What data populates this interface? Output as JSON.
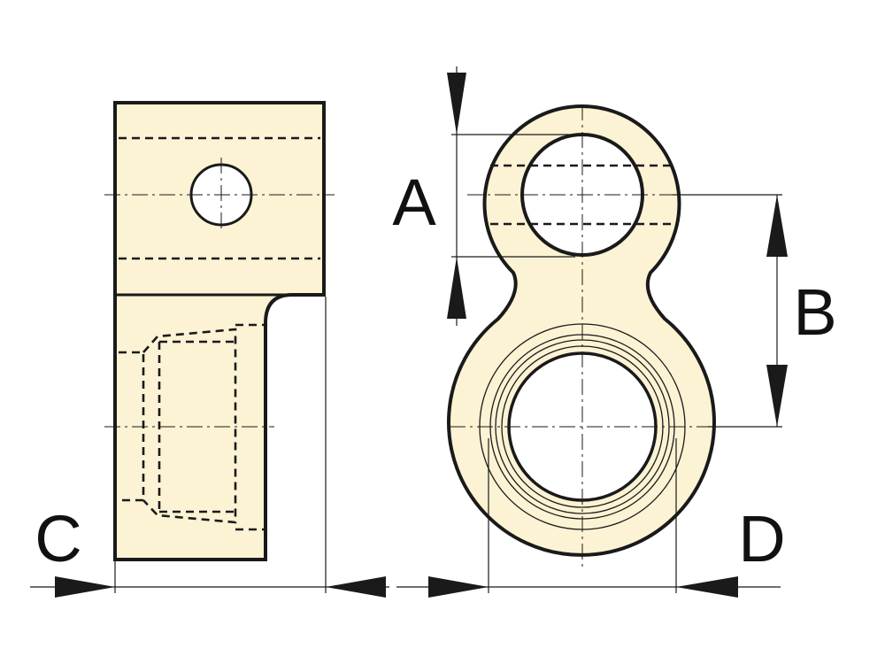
{
  "colors": {
    "part_fill": "#fbf3d4",
    "outline": "#1a1a1a",
    "hole_fill": "#ffffff"
  },
  "dimensions": {
    "a": "A",
    "b": "B",
    "c": "C",
    "d": "D"
  }
}
